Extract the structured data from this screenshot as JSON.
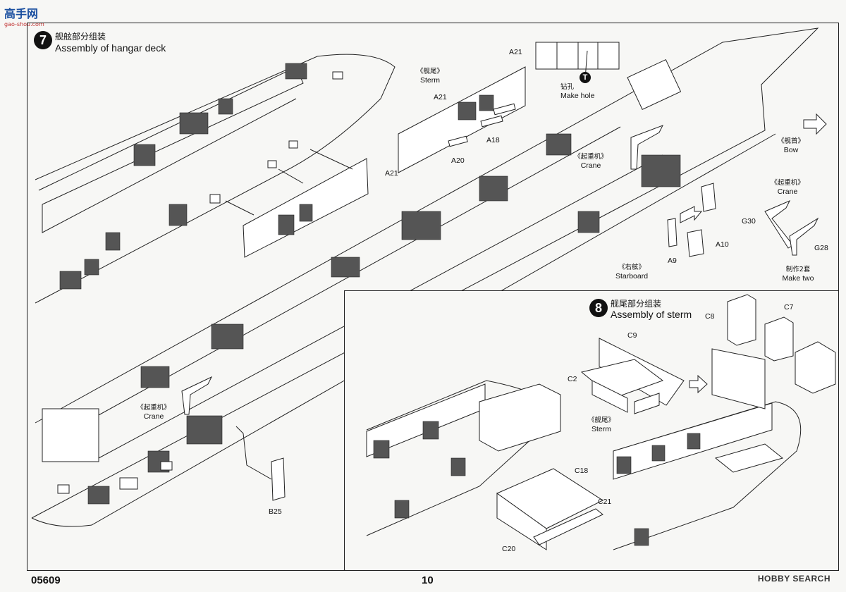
{
  "watermark": {
    "site": "高手网",
    "url": "gao-shou.com"
  },
  "step7": {
    "number": "7",
    "title_cn": "舰舷部分组装",
    "title_en": "Assembly of hangar deck"
  },
  "step8": {
    "number": "8",
    "title_cn": "舰尾部分组装",
    "title_en": "Assembly of sterm"
  },
  "drill": {
    "symbol": "T",
    "cn": "钻孔",
    "en": "Make hole"
  },
  "labels": {
    "a21_top": "A21",
    "a21_mid": "A21",
    "a21_left": "A21",
    "a18": "A18",
    "a20": "A20",
    "a9": "A9",
    "a10": "A10",
    "g30": "G30",
    "g28": "G28",
    "b25": "B25",
    "c2": "C2",
    "c7": "C7",
    "c8": "C8",
    "c9": "C9",
    "c18": "C18",
    "c20": "C20",
    "c21": "C21",
    "sterm1": {
      "cn": "《舰尾》",
      "en": "Sterm"
    },
    "sterm2": {
      "cn": "《舰尾》",
      "en": "Sterm"
    },
    "bow": {
      "cn": "《舰首》",
      "en": "Bow"
    },
    "crane1": {
      "cn": "《起重机》",
      "en": "Crane"
    },
    "crane2": {
      "cn": "《起重机》",
      "en": "Crane"
    },
    "crane3": {
      "cn": "《起重机》",
      "en": "Crane"
    },
    "starboard": {
      "cn": "《右舷》",
      "en": "Starboard"
    },
    "make_two": {
      "cn": "制作2套",
      "en": "Make two"
    }
  },
  "footer": {
    "code": "05609",
    "page": "10",
    "brand": "HOBBY SEARCH"
  }
}
